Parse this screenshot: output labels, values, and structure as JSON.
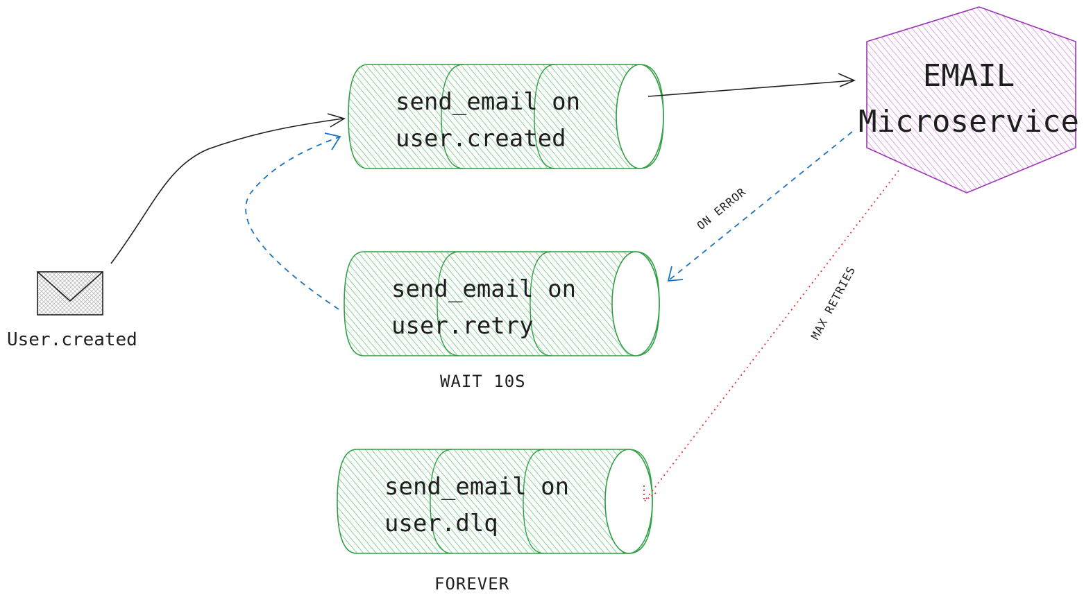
{
  "event": {
    "label": "User.created",
    "icon": "envelope-icon"
  },
  "queues": [
    {
      "id": "created",
      "line1": "send_email on",
      "line2": "user.created",
      "caption": ""
    },
    {
      "id": "retry",
      "line1": "send_email on",
      "line2": "user.retry",
      "caption": "WAIT 10S"
    },
    {
      "id": "dlq",
      "line1": "send_email on",
      "line2": "user.dlq",
      "caption": "FOREVER"
    }
  ],
  "service": {
    "line1": "EMAIL",
    "line2": "Microservice",
    "icon": "hexagon-shape"
  },
  "edges": {
    "on_error": "ON ERROR",
    "max_retries": "MAX RETRIES"
  },
  "colors": {
    "queue_fill": "#b2f2bb",
    "queue_stroke": "#2f9e44",
    "service_fill": "#eebefa",
    "service_stroke": "#9c36b5",
    "retry_arrow": "#1971c2",
    "dlq_arrow": "#e03131",
    "ink": "#1e1e1e"
  }
}
